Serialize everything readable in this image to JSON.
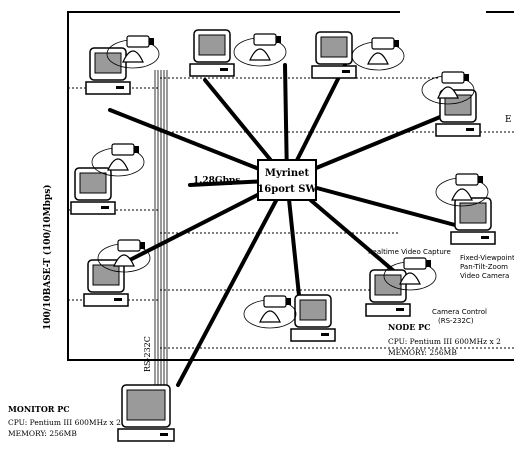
{
  "switch": {
    "line1": "Myrinet",
    "line2": "16port SW"
  },
  "link_speed": "1.28Gbps",
  "ethernet_label": "100/10BASE-T (100/10Mbps)",
  "serial_label": "RS-232C",
  "realtime_capture": "Realtime Video Capture",
  "camera_types": {
    "line1": "Fixed-Viewpoint",
    "line2": "Pan-Tilt-Zoom",
    "line3": "Video Camera"
  },
  "camera_control": {
    "line1": "Camera Control",
    "line2": "(RS-232C)"
  },
  "node_pc": {
    "title": "NODE PC",
    "cpu": "CPU: Pentium III 600MHz x 2",
    "memory": "MEMORY: 256MB"
  },
  "monitor_pc": {
    "title": "MONITOR PC",
    "cpu": "CPU: Pentium III 600MHz x 2",
    "memory": "MEMORY: 256MB"
  },
  "edge_mark": "E",
  "colors": {
    "line": "#000000",
    "background": "#ffffff",
    "screen": "#9a9a9a"
  }
}
